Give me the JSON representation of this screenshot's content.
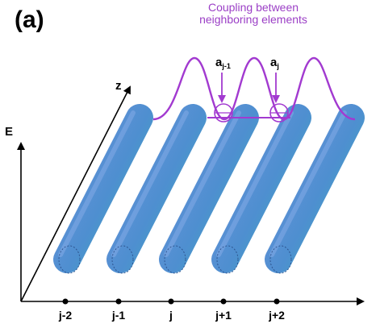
{
  "panel_label": "(a)",
  "axes": {
    "vertical_label": "E",
    "diagonal_label": "z"
  },
  "waveguide_labels": [
    "j-2",
    "j-1",
    "j",
    "j+1",
    "j+2"
  ],
  "annotation": {
    "line1": "Coupling between",
    "line2": "neighboring elements"
  },
  "coefficients": [
    {
      "main": "a",
      "sub": "j-1"
    },
    {
      "main": "a",
      "sub": "j"
    }
  ],
  "colors": {
    "waveguide_top": "#6a8fd8",
    "waveguide_bottom": "#3fb0b8",
    "field": "#a23ad0",
    "annotation": "#9b3fc6"
  }
}
